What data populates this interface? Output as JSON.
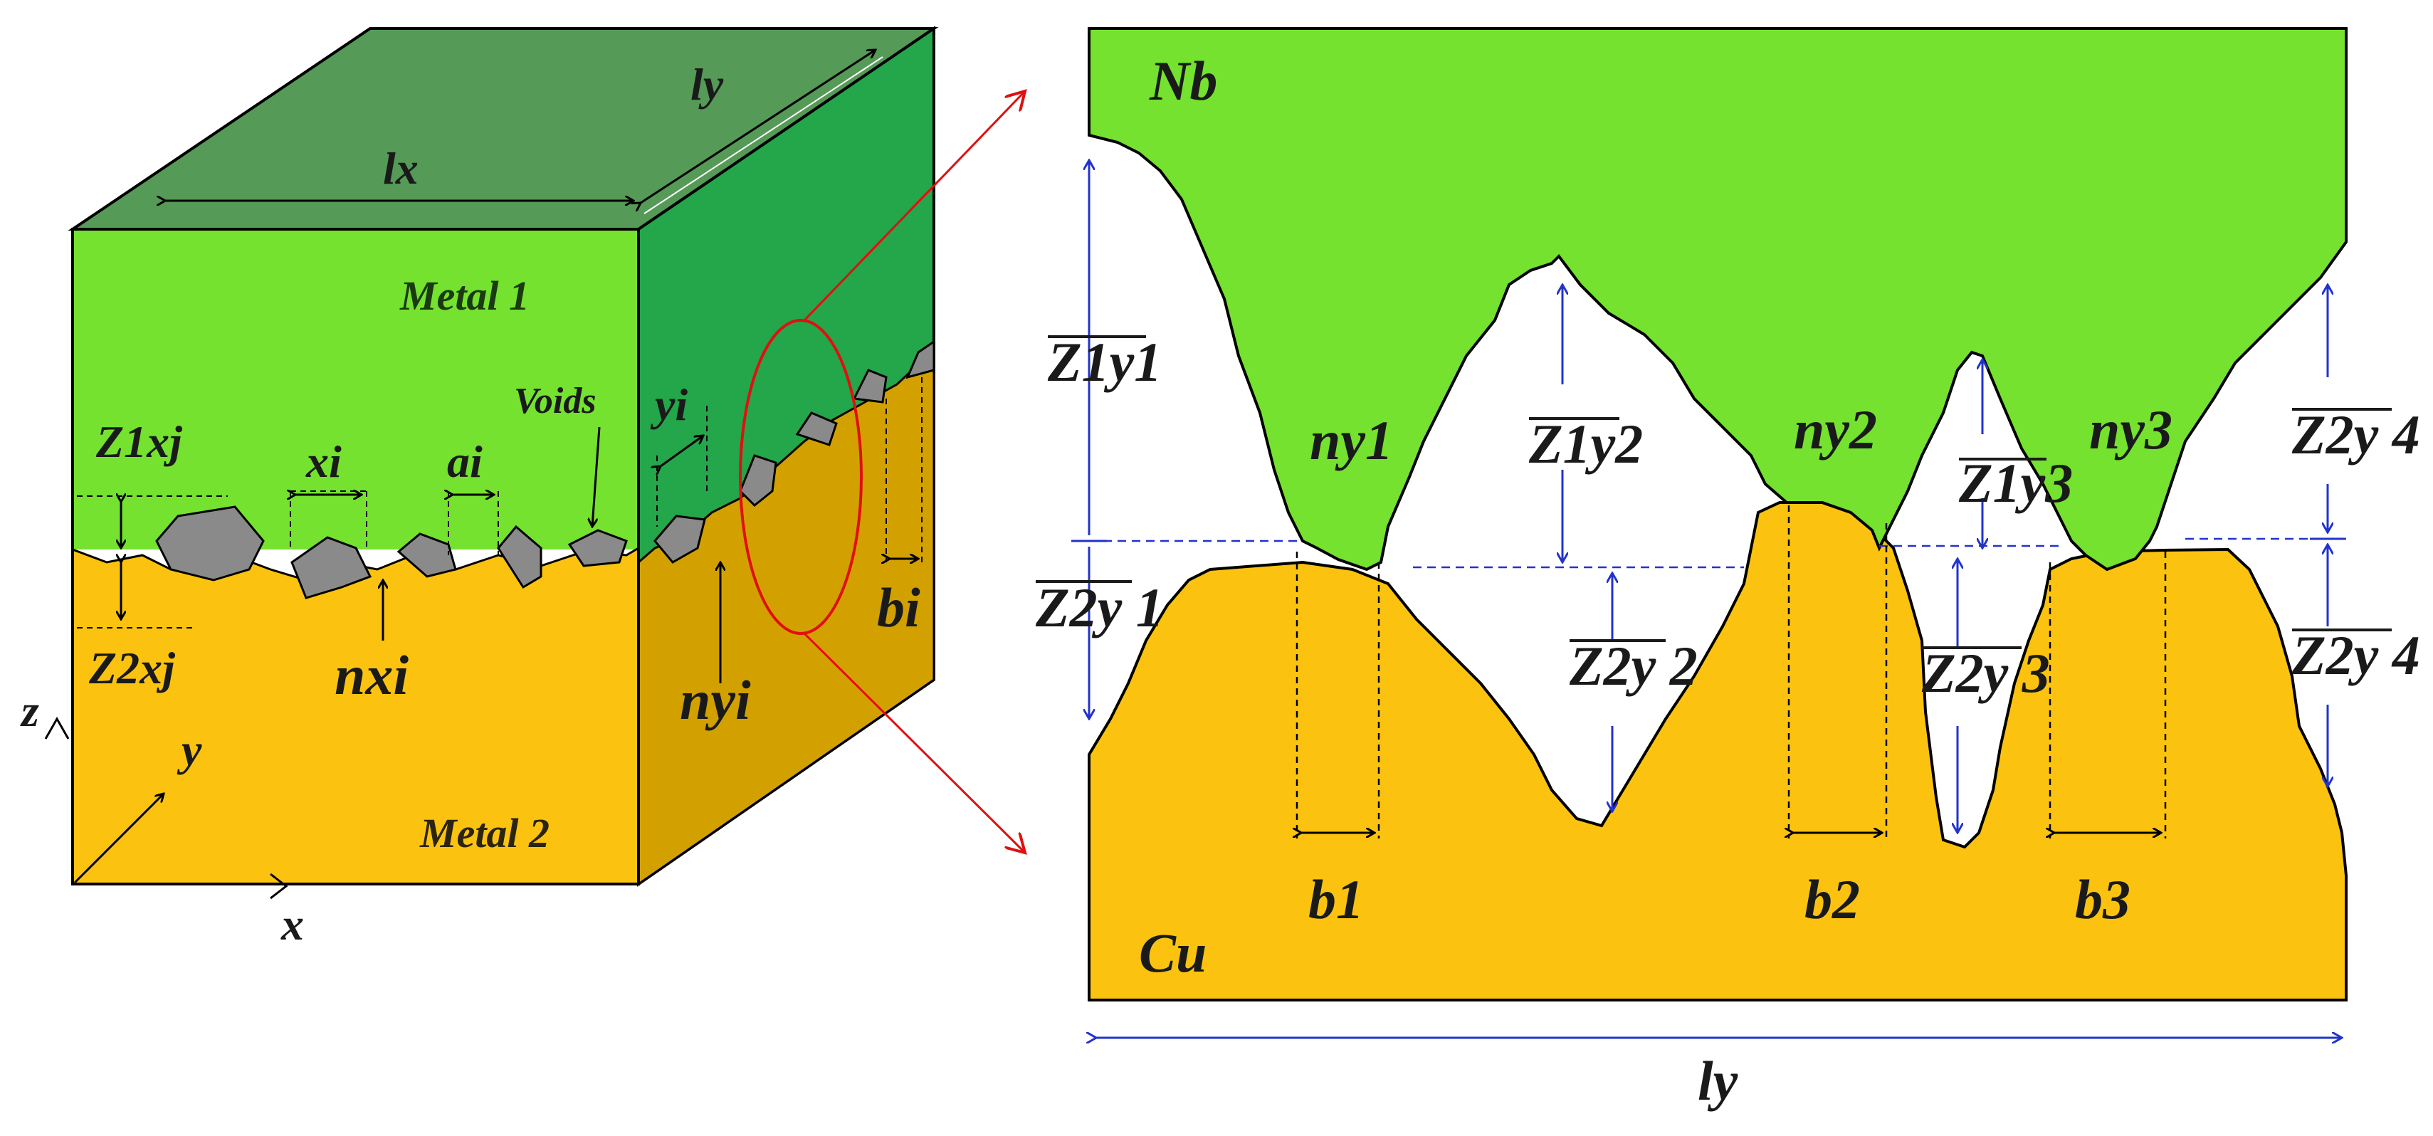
{
  "left_block": {
    "metal1_label": "Metal 1",
    "metal2_label": "Metal 2",
    "lx": "lx",
    "ly": "ly",
    "voids": "Voids",
    "xi": "xi",
    "ai": "ai",
    "yi": "yi",
    "bi": "bi",
    "z1xj": "Z1xj",
    "z2xj": "Z2xj",
    "nxi": "nxi",
    "nyi": "nyi",
    "axis_x": "x",
    "axis_y": "y",
    "axis_z": "z"
  },
  "right_panel": {
    "nb_label": "Nb",
    "cu_label": "Cu",
    "ly": "ly",
    "ny1": "ny1",
    "ny2": "ny2",
    "ny3": "ny3",
    "z1y1": "Z1y1",
    "z1y2": "Z1y2",
    "z1y3": "Z1y3",
    "z2y1": "Z2y 1",
    "z2y2": "Z2y 2",
    "z2y3": "Z2y 3",
    "z2y4_top": "Z2y 4",
    "z2y4_bottom": "Z2y 4",
    "b1": "b1",
    "b2": "b2",
    "b3": "b3"
  },
  "colors": {
    "metal1_front": "#74e22e",
    "metal1_side": "#24a64a",
    "metal1_top": "#559a57",
    "metal2_front": "#fbc30f",
    "metal2_side": "#d2a100",
    "void_gray": "#8a8a8a",
    "dimension_blue": "#2233cc",
    "callout_red": "#e01010"
  }
}
